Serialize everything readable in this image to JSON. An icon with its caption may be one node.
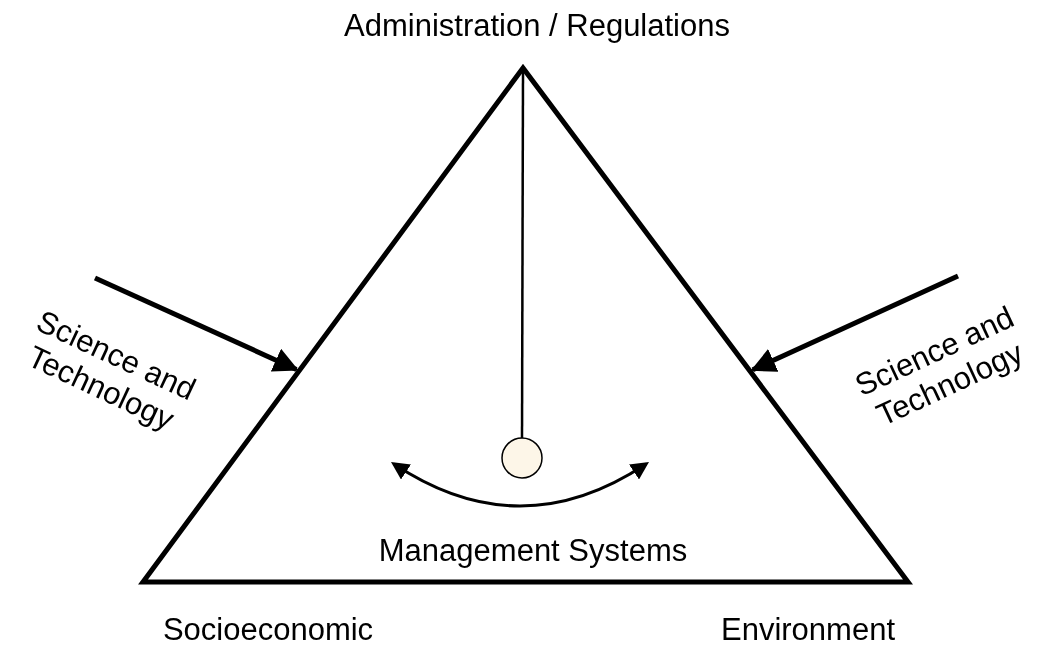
{
  "diagram": {
    "nodes": [
      {
        "text": [
          "Management Systems"
        ],
        "beside": [
          "Administration / Regulations",
          "Socioeconomic",
          "Environment"
        ]
      },
      {
        "text": [
          "Science and Technology"
        ]
      },
      {
        "text": [
          "Science and Technology"
        ]
      }
    ],
    "edges": [
      {
        "from": 1,
        "to": 0,
        "arrow": "to"
      },
      {
        "from": 2,
        "to": 0,
        "arrow": "to"
      }
    ]
  }
}
